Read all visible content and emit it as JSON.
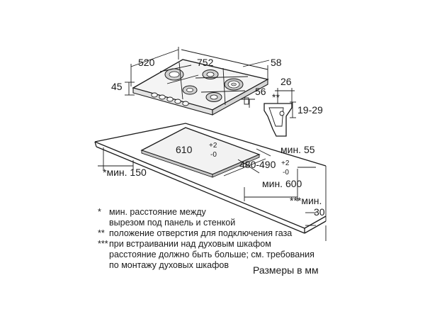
{
  "dims": {
    "d520": "520",
    "d752": "752",
    "d58": "58",
    "d45": "45",
    "d56": "56",
    "d26": "26",
    "stars2": "**",
    "d19_29": "19-29",
    "cut_w": "610",
    "cut_w_tol_top": "+2",
    "cut_w_tol_bot": "-0",
    "cut_d": "480-490",
    "cut_d_tol_top": "+2",
    "cut_d_tol_bot": "-0",
    "min55": "мин. 55",
    "min150": "*мин. 150",
    "min600": "мин. 600",
    "min30_label": "***мин.",
    "min30_value": "30"
  },
  "notes": [
    {
      "mark": "*",
      "text": "мин. расстояние между"
    },
    {
      "mark": "",
      "text": "вырезом под панель и стенкой"
    },
    {
      "mark": "**",
      "text": "положение отверстия для подключения газа"
    },
    {
      "mark": "***",
      "text": "при встраивании над духовым шкафом"
    },
    {
      "mark": "",
      "text": "расстояние должно быть больше; см. требования"
    },
    {
      "mark": "",
      "text": "по монтажу духовых шкафов"
    }
  ],
  "units_label": "Размеры в мм"
}
